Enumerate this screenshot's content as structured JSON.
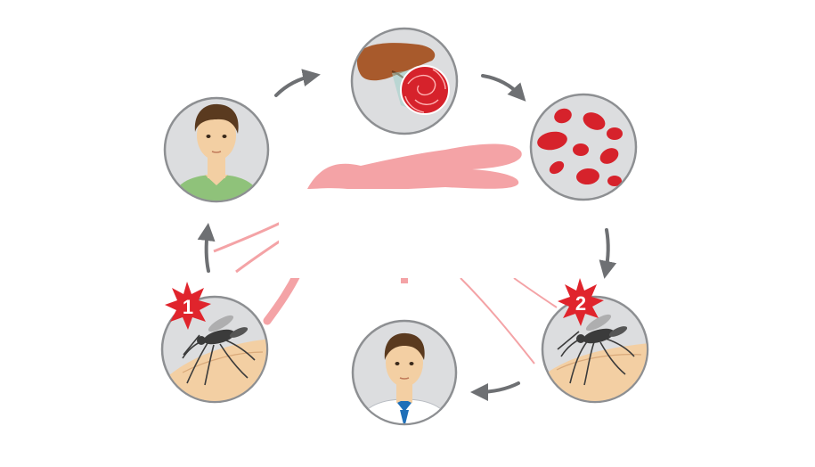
{
  "diagram": {
    "colors": {
      "circle_fill": "#dcdddf",
      "circle_stroke": "#8d8f92",
      "arrow": "#6e7073",
      "badge": "#e0242c",
      "blood_cell": "#d6222b",
      "liver": "#a85a2c",
      "skin": "#f3cfa3",
      "mosquito": "#3b3b3b",
      "shirt_green": "#8fc27a",
      "tie": "#1f6fb8",
      "smear": "#f4a3a6"
    },
    "nodes": [
      {
        "id": "infected-person",
        "icon": "man-green-shirt-icon"
      },
      {
        "id": "liver-stage",
        "icon": "liver-with-infected-cells-icon"
      },
      {
        "id": "blood-stage",
        "icon": "red-blood-cells-icon"
      },
      {
        "id": "mosquito-bite-2",
        "icon": "mosquito-biting-skin-icon",
        "badge": "2"
      },
      {
        "id": "new-host",
        "icon": "man-shirt-tie-icon"
      },
      {
        "id": "mosquito-bite-1",
        "icon": "mosquito-biting-skin-icon",
        "badge": "1"
      }
    ],
    "cycle_direction": "clockwise"
  }
}
